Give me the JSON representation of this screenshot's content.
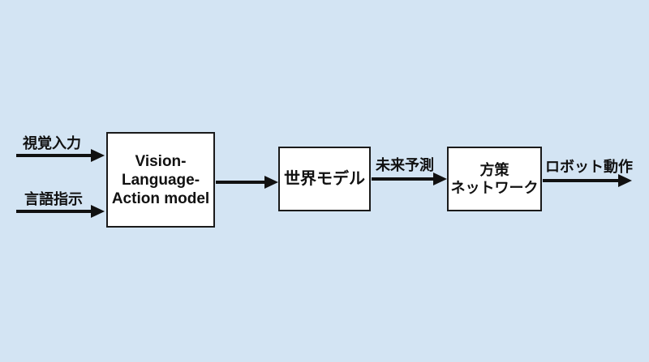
{
  "diagram": {
    "nodes": {
      "vla": {
        "lines": [
          "Vision-",
          "Language-",
          "Action model"
        ]
      },
      "world_model": {
        "label": "世界モデル"
      },
      "policy_network": {
        "lines": [
          "方策",
          "ネットワーク"
        ]
      }
    },
    "edge_labels": {
      "visual_input": "視覚入力",
      "language_instruction": "言語指示",
      "future_prediction": "未来予測",
      "robot_action": "ロボット動作"
    },
    "colors": {
      "background": "#d3e4f3",
      "node_fill": "#ffffff",
      "node_border": "#1a1a1a",
      "arrow": "#111111",
      "text": "#111111"
    }
  }
}
